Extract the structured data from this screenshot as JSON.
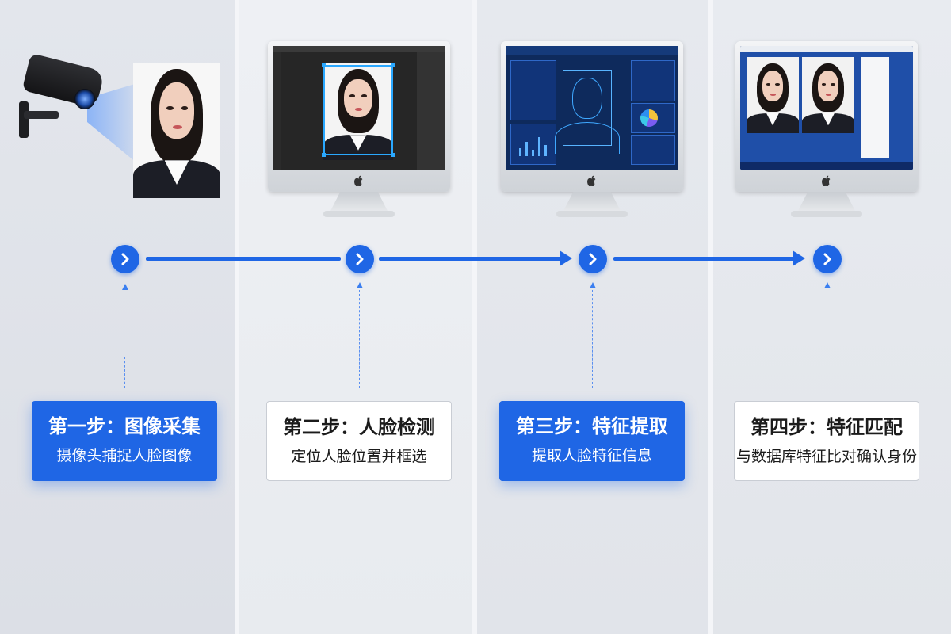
{
  "steps": [
    {
      "title": "第一步：图像采集",
      "subtitle": "摄像头捕捉人脸图像",
      "style": "blue"
    },
    {
      "title": "第二步：人脸检测",
      "subtitle": "定位人脸位置并框选",
      "style": "white"
    },
    {
      "title": "第三步：特征提取",
      "subtitle": "提取人脸特征信息",
      "style": "blue"
    },
    {
      "title": "第四步：特征匹配",
      "subtitle": "与数据库特征比对确认身份",
      "style": "white"
    }
  ],
  "colors": {
    "accent": "#1f66e5",
    "card_white": "#ffffff",
    "screen_dark_blue": "#0e2a5c"
  },
  "icons": {
    "node": "chevron-right-icon",
    "camera": "security-camera-icon",
    "apple_logo": "apple-logo-icon"
  }
}
